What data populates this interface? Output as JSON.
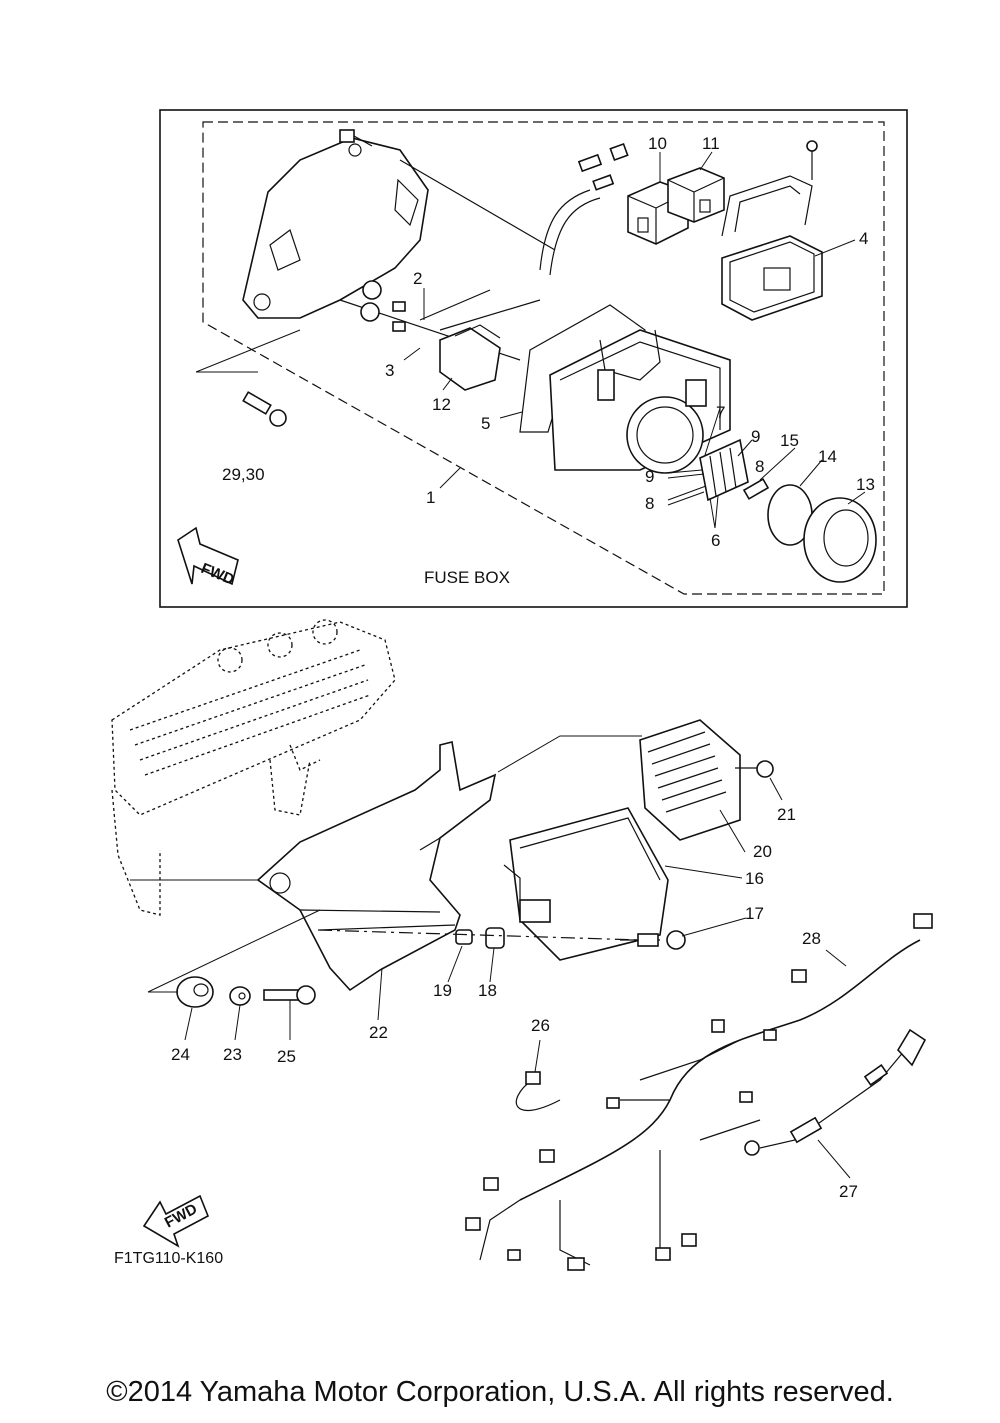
{
  "inset": {
    "title": "FUSE BOX"
  },
  "fwd_label": "FWD",
  "drawing_code": "F1TG110-K160",
  "copyright": "©2014 Yamaha Motor Corporation, U.S.A. All rights reserved.",
  "callouts": {
    "c1": "1",
    "c2": "2",
    "c3": "3",
    "c4": "4",
    "c5": "5",
    "c6": "6",
    "c7": "7",
    "c8a": "8",
    "c8b": "8",
    "c9a": "9",
    "c9b": "9",
    "c10": "10",
    "c11": "11",
    "c12": "12",
    "c13": "13",
    "c14": "14",
    "c15": "15",
    "c16": "16",
    "c17": "17",
    "c18": "18",
    "c19": "19",
    "c20": "20",
    "c21": "21",
    "c22": "22",
    "c23": "23",
    "c24": "24",
    "c25": "25",
    "c26": "26",
    "c27": "27",
    "c28": "28",
    "c2930": "29,30"
  }
}
